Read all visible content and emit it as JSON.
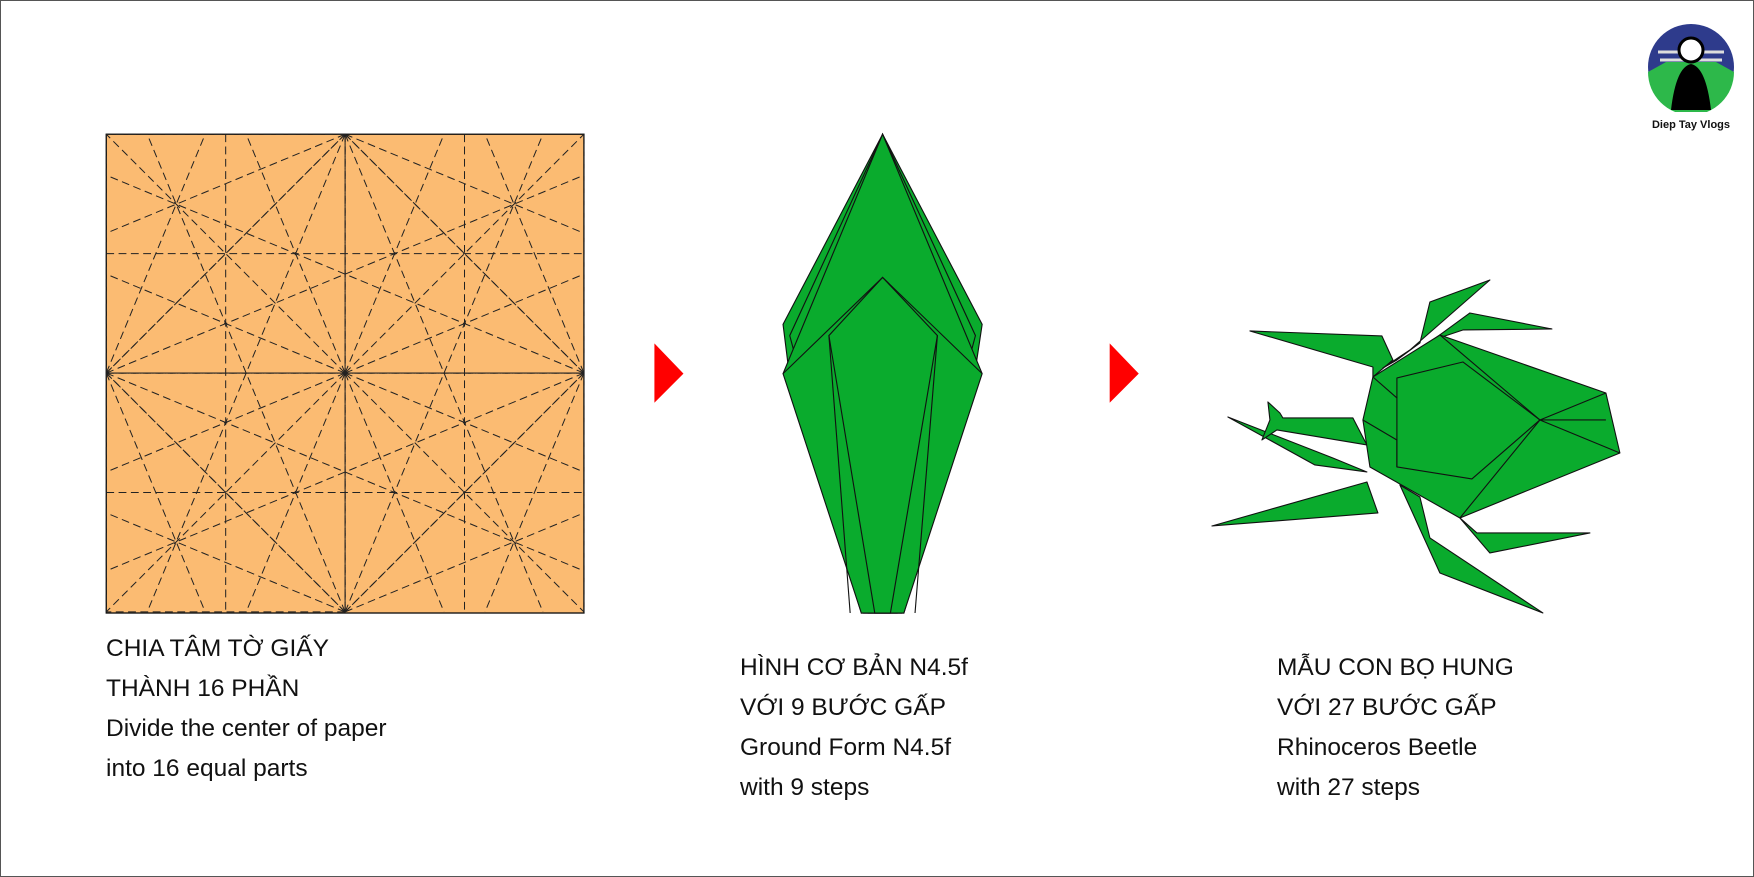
{
  "logo": {
    "text": "Diep Tay Vlogs"
  },
  "panels": [
    {
      "lines": [
        "CHIA TÂM TỜ GIẤY",
        "THÀNH 16 PHẦN",
        "Divide the center of paper",
        "into 16 equal parts"
      ]
    },
    {
      "lines": [
        "HÌNH CƠ BẢN N4.5f",
        "VỚI 9 BƯỚC GẤP",
        "Ground Form N4.5f",
        "with 9 steps"
      ]
    },
    {
      "lines": [
        "MẪU CON BỌ HUNG",
        "VỚI 27 BƯỚC GẤP",
        "Rhinoceros Beetle",
        "with 27 steps"
      ]
    }
  ],
  "colors": {
    "paper": "#fbbb72",
    "model": "#0aab2d",
    "arrow": "#ff0000"
  }
}
